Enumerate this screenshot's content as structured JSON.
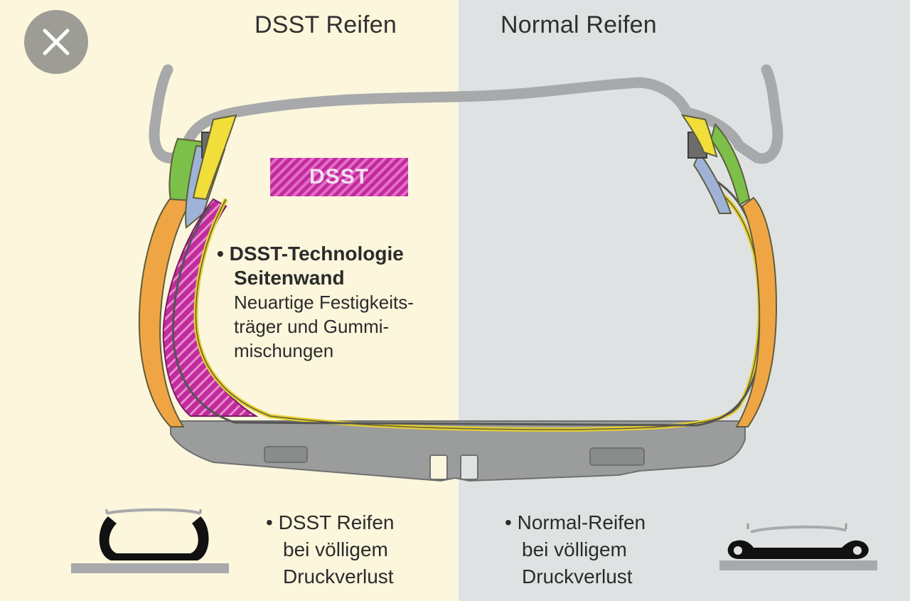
{
  "headings": {
    "left": "DSST Reifen",
    "right": "Normal Reifen"
  },
  "close_icon": "close-icon",
  "badge": {
    "label": "DSST"
  },
  "tech_block": {
    "line1": "DSST-Technologie",
    "line2": "Seitenwand",
    "line3": "Neuartige Festigkeits-",
    "line4": "träger und Gummi-",
    "line5": "mischungen"
  },
  "captions": {
    "left": {
      "line1": "DSST Reifen",
      "line2": "bei völligem",
      "line3": "Druckverlust"
    },
    "right": {
      "line1": "Normal-Reifen",
      "line2": "bei völligem",
      "line3": "Druckverlust"
    }
  },
  "colors": {
    "dsst_magenta": "#c12b9c",
    "rim_gray": "#a7a9ab",
    "tread_gray": "#9b9c9c",
    "orange_layer": "#f0a545",
    "green_layer": "#7cc04a",
    "blue_layer": "#9fb3d8",
    "yellow_layer": "#f2de3a"
  }
}
